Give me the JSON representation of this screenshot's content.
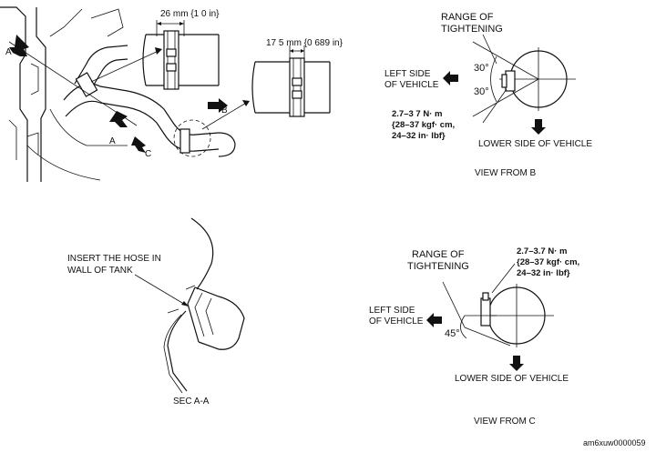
{
  "top_left": {
    "dim_clamp_1": "26 mm {1 0 in}",
    "dim_clamp_2": "17 5 mm {0 689 in}",
    "label_a1": "A",
    "label_a2": "A",
    "label_b": "B",
    "label_c": "C"
  },
  "view_b": {
    "range_line1": "RANGE OF",
    "range_line2": "TIGHTENING",
    "angle_top": "30°",
    "angle_bottom": "30°",
    "left_line1": "LEFT SIDE",
    "left_line2": "OF VEHICLE",
    "torque_line1": "2.7–3 7  N· m",
    "torque_line2": "{28–37  kgf· cm,",
    "torque_line3": "24–32  in· lbf}",
    "lower": "LOWER SIDE OF VEHICLE",
    "caption": "VIEW FROM B"
  },
  "sec_aa": {
    "insert_line1": "INSERT THE HOSE IN",
    "insert_line2": "WALL OF TANK",
    "caption": "SEC  A-A"
  },
  "view_c": {
    "range_line1": "RANGE OF",
    "range_line2": "TIGHTENING",
    "torque_line1": "2.7–3.7  N· m",
    "torque_line2": "{28–37   kgf· cm,",
    "torque_line3": "24–32  in· lbf}",
    "left_line1": "LEFT SIDE",
    "left_line2": "OF VEHICLE",
    "angle": "45°",
    "lower": "LOWER SIDE OF VEHICLE",
    "caption": "VIEW FROM C"
  },
  "figure_id": "am6xuw0000059"
}
